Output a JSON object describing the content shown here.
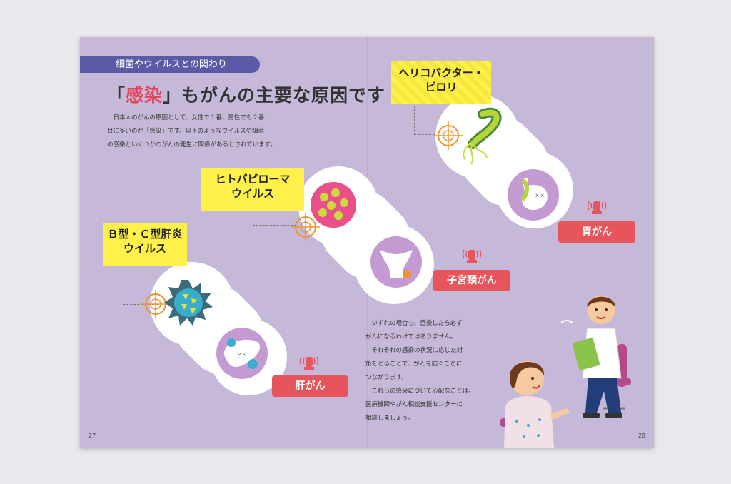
{
  "section": {
    "tag": "細菌やウイルスとの関わり"
  },
  "heading": {
    "quote_open": "「",
    "highlight": "感染",
    "quote_close": "」",
    "rest": "もがんの主要な原因です"
  },
  "intro": [
    "日本人のがんの原因として、女性で１番、男性でも２番",
    "目に多いのが「感染」です。以下のようなウイルスや細菌",
    "の感染といくつかのがんの発生に関係があるとされています。"
  ],
  "items": [
    {
      "label_lines": [
        "Ｂ型・Ｃ型肝炎",
        "ウイルス"
      ],
      "cancer": "肝がん"
    },
    {
      "label_lines": [
        "ヒトパピローマ",
        "ウイルス"
      ],
      "cancer": "子宮頸がん"
    },
    {
      "label_lines": [
        "ヘリコバクター・",
        "ピロリ"
      ],
      "cancer": "胃がん"
    }
  ],
  "body": [
    "いずれの場合も、感染したら必ず",
    "がんになるわけではありません。",
    "それぞれの感染の状況に応じた対",
    "策をとることで、がんを防ぐことに",
    "つながります。",
    "これらの感染について心配なことは、",
    "医療機関やがん相談支援センターに",
    "相談しましょう。"
  ],
  "pages": {
    "left": "27",
    "right": "28"
  },
  "colors": {
    "background": "#c5b8d8",
    "accent": "#e2455a",
    "label": "#fff14a",
    "tag": "#5a5aa7"
  }
}
